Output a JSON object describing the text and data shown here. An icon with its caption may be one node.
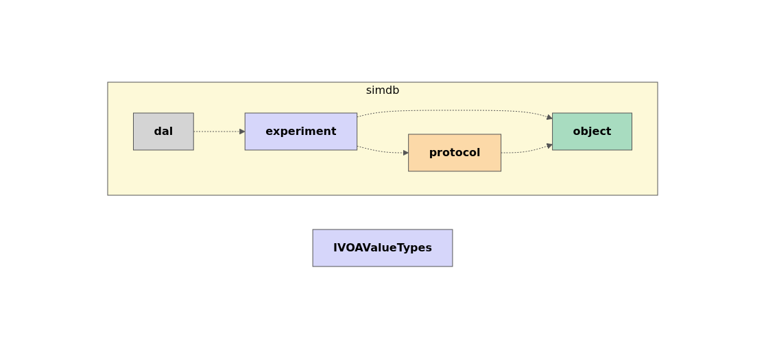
{
  "diagram": {
    "nodes": [
      {
        "text": [
          "simdb"
        ]
      },
      {
        "text": [
          "dal"
        ],
        "in": 0
      },
      {
        "text": [
          "protocol"
        ],
        "in": 0
      },
      {
        "text": [
          "experiment"
        ],
        "in": 0
      },
      {
        "text": [
          "object"
        ],
        "in": 0
      },
      {
        "text": [
          "IVOAValueTypes"
        ]
      }
    ],
    "edges": [
      {
        "from": 1,
        "to": 3,
        "arrow": "to",
        "style": "dashed"
      },
      {
        "from": 3,
        "to": 2,
        "arrow": "to",
        "style": "dashed"
      },
      {
        "from": 3,
        "to": 4,
        "arrow": "to",
        "style": "dashed"
      },
      {
        "from": 2,
        "to": 4,
        "arrow": "to",
        "style": "dashed"
      }
    ]
  }
}
